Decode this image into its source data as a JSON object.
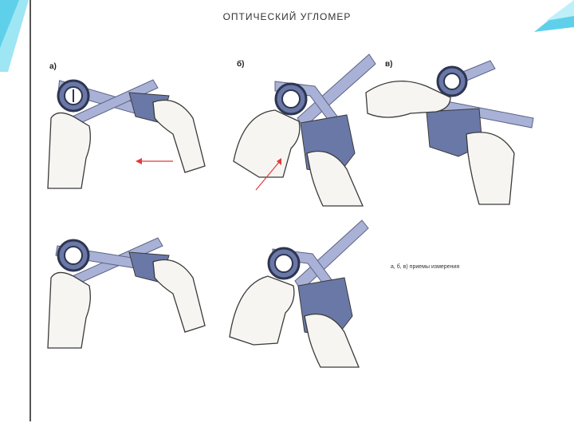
{
  "title": "ОПТИЧЕСКИЙ УГЛОМЕР",
  "panel_labels": {
    "a": "а)",
    "b": "б)",
    "v": "в)"
  },
  "caption": "а, б, в) приемы измерения",
  "colors": {
    "blade": "#a9b2d6",
    "blade_edge": "#5b6384",
    "plate": "#6a78a8",
    "arrow": "#e23b3b",
    "skin": "#f7f5f1",
    "outline": "#3a3a3a",
    "accent": "#5fd0ea"
  },
  "icons": [
    "hand-drawing",
    "protractor-dial",
    "red-arrow"
  ]
}
